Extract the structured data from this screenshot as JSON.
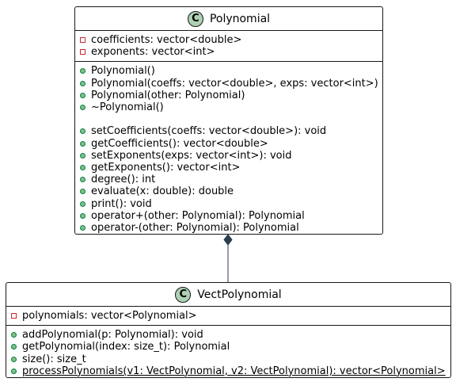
{
  "diagram": {
    "classes": [
      {
        "glyph": "C",
        "name": "Polynomial",
        "attributes": [
          {
            "visibility": "private",
            "text": "coefficients: vector<double>"
          },
          {
            "visibility": "private",
            "text": "exponents: vector<int>"
          }
        ],
        "methods": [
          {
            "visibility": "public",
            "text": "Polynomial()"
          },
          {
            "visibility": "public",
            "text": "Polynomial(coeffs: vector<double>, exps: vector<int>)"
          },
          {
            "visibility": "public",
            "text": "Polynomial(other: Polynomial)"
          },
          {
            "visibility": "public",
            "text": "~Polynomial()"
          },
          {
            "visibility": "public",
            "text": "setCoefficients(coeffs: vector<double>): void"
          },
          {
            "visibility": "public",
            "text": "getCoefficients(): vector<double>"
          },
          {
            "visibility": "public",
            "text": "setExponents(exps: vector<int>): void"
          },
          {
            "visibility": "public",
            "text": "getExponents(): vector<int>"
          },
          {
            "visibility": "public",
            "text": "degree(): int"
          },
          {
            "visibility": "public",
            "text": "evaluate(x: double): double"
          },
          {
            "visibility": "public",
            "text": "print(): void"
          },
          {
            "visibility": "public",
            "text": "operator+(other: Polynomial): Polynomial"
          },
          {
            "visibility": "public",
            "text": "operator-(other: Polynomial): Polynomial"
          }
        ]
      },
      {
        "glyph": "C",
        "name": "VectPolynomial",
        "attributes": [
          {
            "visibility": "private",
            "text": "polynomials: vector<Polynomial>"
          }
        ],
        "methods": [
          {
            "visibility": "public",
            "text": "addPolynomial(p: Polynomial): void"
          },
          {
            "visibility": "public",
            "text": "getPolynomial(index: size_t): Polynomial"
          },
          {
            "visibility": "public",
            "text": "size(): size_t"
          },
          {
            "visibility": "public",
            "text": "processPolynomials(v1: VectPolynomial, v2: VectPolynomial): vector<Polynomial>",
            "static": true
          }
        ]
      }
    ],
    "relation": {
      "type": "composition",
      "from": "Polynomial",
      "to": "VectPolynomial"
    },
    "colors": {
      "border": "#181818",
      "class_glyph": "#add1b2",
      "private_marker": "#c82930",
      "public_marker": "#84be84",
      "connector": "#2c3e50"
    }
  }
}
